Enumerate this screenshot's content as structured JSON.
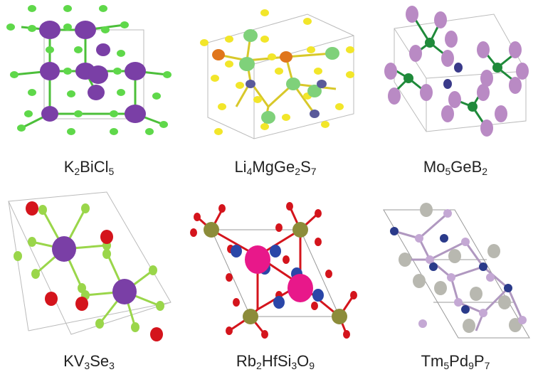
{
  "figure": {
    "panels": [
      {
        "id": "k2bicl5",
        "formula": [
          [
            "K",
            ""
          ],
          [
            "2",
            "sub"
          ],
          [
            "BiCl",
            ""
          ],
          [
            "5",
            "sub"
          ]
        ]
      },
      {
        "id": "li4mgge2s7",
        "formula": [
          [
            "Li",
            ""
          ],
          [
            "4",
            "sub"
          ],
          [
            "MgGe",
            ""
          ],
          [
            "2",
            "sub"
          ],
          [
            "S",
            ""
          ],
          [
            "7",
            "sub"
          ]
        ]
      },
      {
        "id": "mo5geb2",
        "formula": [
          [
            "Mo",
            ""
          ],
          [
            "5",
            "sub"
          ],
          [
            "GeB",
            ""
          ],
          [
            "2",
            "sub"
          ]
        ]
      },
      {
        "id": "kv3se3",
        "formula": [
          [
            "KV",
            ""
          ],
          [
            "3",
            "sub"
          ],
          [
            "Se",
            ""
          ],
          [
            "3",
            "sub"
          ]
        ]
      },
      {
        "id": "rb2hfsi3o9",
        "formula": [
          [
            "Rb",
            ""
          ],
          [
            "2",
            "sub"
          ],
          [
            "HfSi",
            ""
          ],
          [
            "3",
            "sub"
          ],
          [
            "O",
            ""
          ],
          [
            "9",
            "sub"
          ]
        ]
      },
      {
        "id": "tm5pd9p7",
        "formula": [
          [
            "Tm",
            ""
          ],
          [
            "5",
            "sub"
          ],
          [
            "Pd",
            ""
          ],
          [
            "9",
            "sub"
          ],
          [
            "P",
            ""
          ],
          [
            "7",
            "sub"
          ]
        ]
      }
    ]
  },
  "colors": {
    "purple": "#7a3fa6",
    "green": "#5fd84a",
    "yellow": "#f2e62a",
    "orange": "#e0761c",
    "mint": "#7fd17a",
    "slate": "#5a5a9a",
    "mauve": "#b98ac4",
    "darkgreen": "#1f8a3a",
    "navy": "#3a3a8a",
    "lime": "#9ad64a",
    "red": "#d4141c",
    "magenta": "#e8188a",
    "olive": "#8c8c3a",
    "blue": "#2a46a8",
    "lilac": "#c4a8d4",
    "grey": "#b8b8b0"
  }
}
